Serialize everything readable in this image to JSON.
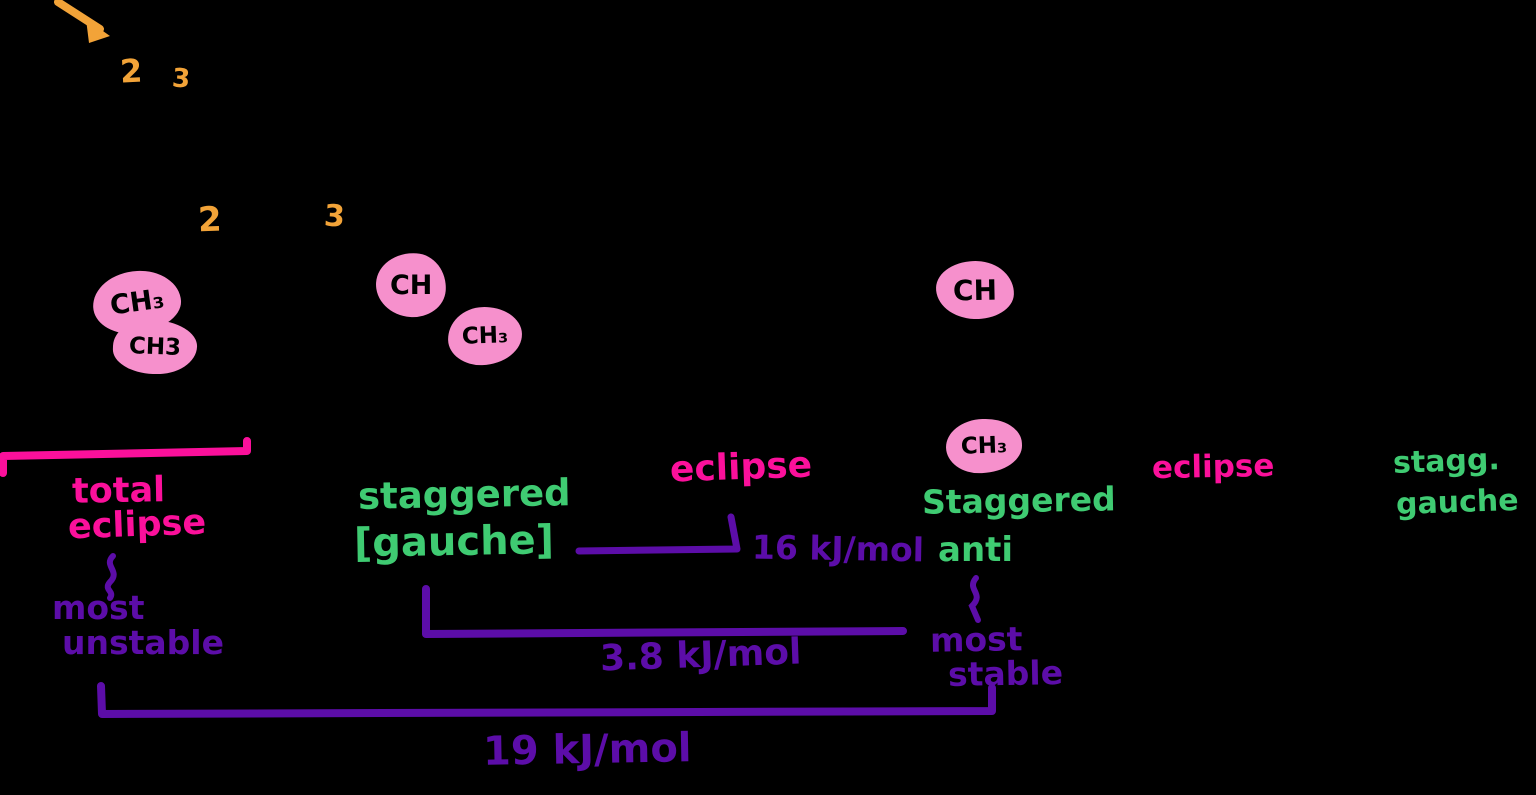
{
  "colors": {
    "background": "#000000",
    "orange": "#F2A338",
    "highlight_pink": "#F690CC",
    "magenta": "#FB109B",
    "green": "#3FCB72",
    "purple": "#5C0DA8",
    "ink": "#000000"
  },
  "carbon_numbers": {
    "top": {
      "c2": "2",
      "c3": "3"
    },
    "middle": {
      "c2": "2",
      "c3": "3"
    }
  },
  "methyl_labels": {
    "total_eclipse_front": "CH₃",
    "total_eclipse_back": "CH3",
    "gauche_top": "CH",
    "gauche_side": "CH₃",
    "anti_top": "CH",
    "anti_bottom": "CH₃"
  },
  "conformation_labels": {
    "total_eclipse_line1": "total",
    "total_eclipse_line2": "eclipse",
    "staggered_gauche_line1": "staggered",
    "staggered_gauche_line2": "[gauche]",
    "eclipse_mid": "eclipse",
    "staggered_anti_line1": "Staggered",
    "staggered_anti_line2": "anti",
    "eclipse_right": "eclipse",
    "stagg_gauche_line1": "stagg.",
    "stagg_gauche_line2": "gauche"
  },
  "stability_notes": {
    "most_unstable_line1": "most",
    "most_unstable_line2": "unstable",
    "most_stable_line1": "most",
    "most_stable_line2": "stable"
  },
  "energy_values": {
    "gauche_to_eclipse": "16 kJ/mol",
    "anti_to_gauche": "3.8 kJ/mol",
    "anti_to_total_eclipse": "19 kJ/mol"
  }
}
